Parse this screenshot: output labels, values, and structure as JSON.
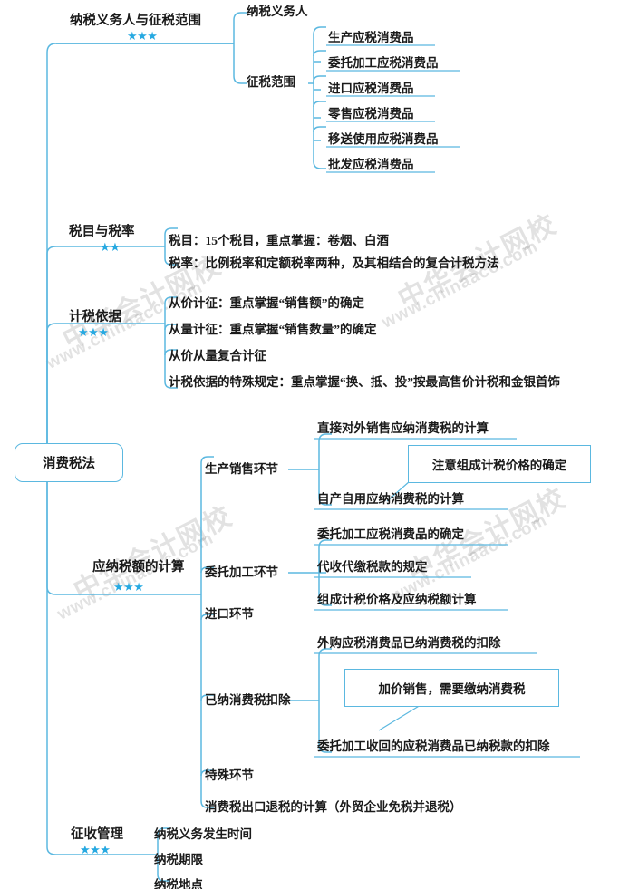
{
  "meta": {
    "title": "消费税法",
    "line_color": "#5bb8e0",
    "star_color": "#27a9e1",
    "text_color": "#1a1a1a",
    "background": "#ffffff",
    "star_glyph": "★"
  },
  "root": {
    "label": "消费税法"
  },
  "watermark": {
    "cn": "中华会计网校",
    "en": "www.chinaacc.com"
  },
  "branches": [
    {
      "id": "taxpayer-scope",
      "label": "纳税义务人与征税范围",
      "stars": "★★★",
      "children": [
        {
          "label": "纳税义务人",
          "children": []
        },
        {
          "label": "征税范围",
          "children": [
            {
              "label": "生产应税消费品"
            },
            {
              "label": "委托加工应税消费品"
            },
            {
              "label": "进口应税消费品"
            },
            {
              "label": "零售应税消费品"
            },
            {
              "label": "移送使用应税消费品"
            },
            {
              "label": "批发应税消费品"
            }
          ]
        }
      ]
    },
    {
      "id": "tax-items-rates",
      "label": "税目与税率",
      "stars": "★★",
      "children": [
        {
          "label": "税目：15个税目，重点掌握：卷烟、白酒"
        },
        {
          "label": "税率：比例税率和定额税率两种，及其相结合的复合计税方法"
        }
      ]
    },
    {
      "id": "tax-basis",
      "label": "计税依据",
      "stars": "★★★",
      "children": [
        {
          "label": "从价计征：重点掌握“销售额”的确定"
        },
        {
          "label": "从量计征：重点掌握“销售数量”的确定"
        },
        {
          "label": "从价从量复合计征"
        },
        {
          "label": "计税依据的特殊规定：重点掌握“换、抵、投”按最高售价计税和金银首饰"
        }
      ]
    },
    {
      "id": "tax-payable-calc",
      "label": "应纳税额的计算",
      "stars": "★★★",
      "children": [
        {
          "label": "生产销售环节",
          "children": [
            {
              "label": "直接对外销售应纳消费税的计算"
            },
            {
              "label": "自产自用应纳消费税的计算"
            }
          ],
          "callout": "注意组成计税价格的确定"
        },
        {
          "label": "委托加工环节",
          "children": [
            {
              "label": "委托加工应税消费品的确定"
            },
            {
              "label": "代收代缴税款的规定"
            },
            {
              "label": "组成计税价格及应纳税额计算"
            }
          ]
        },
        {
          "label": "进口环节",
          "children": []
        },
        {
          "label": "已纳消费税扣除",
          "children": [
            {
              "label": "外购应税消费品已纳消费税的扣除"
            },
            {
              "label": "委托加工收回的应税消费品已纳税款的扣除"
            }
          ],
          "callout": "加价销售，需要缴纳消费税"
        },
        {
          "label": "特殊环节",
          "children": []
        },
        {
          "label": "消费税出口退税的计算（外贸企业免税并退税）",
          "children": []
        }
      ]
    },
    {
      "id": "collection-admin",
      "label": "征收管理",
      "stars": "★★★",
      "children": [
        {
          "label": "纳税义务发生时间"
        },
        {
          "label": "纳税期限"
        },
        {
          "label": "纳税地点"
        }
      ]
    }
  ]
}
